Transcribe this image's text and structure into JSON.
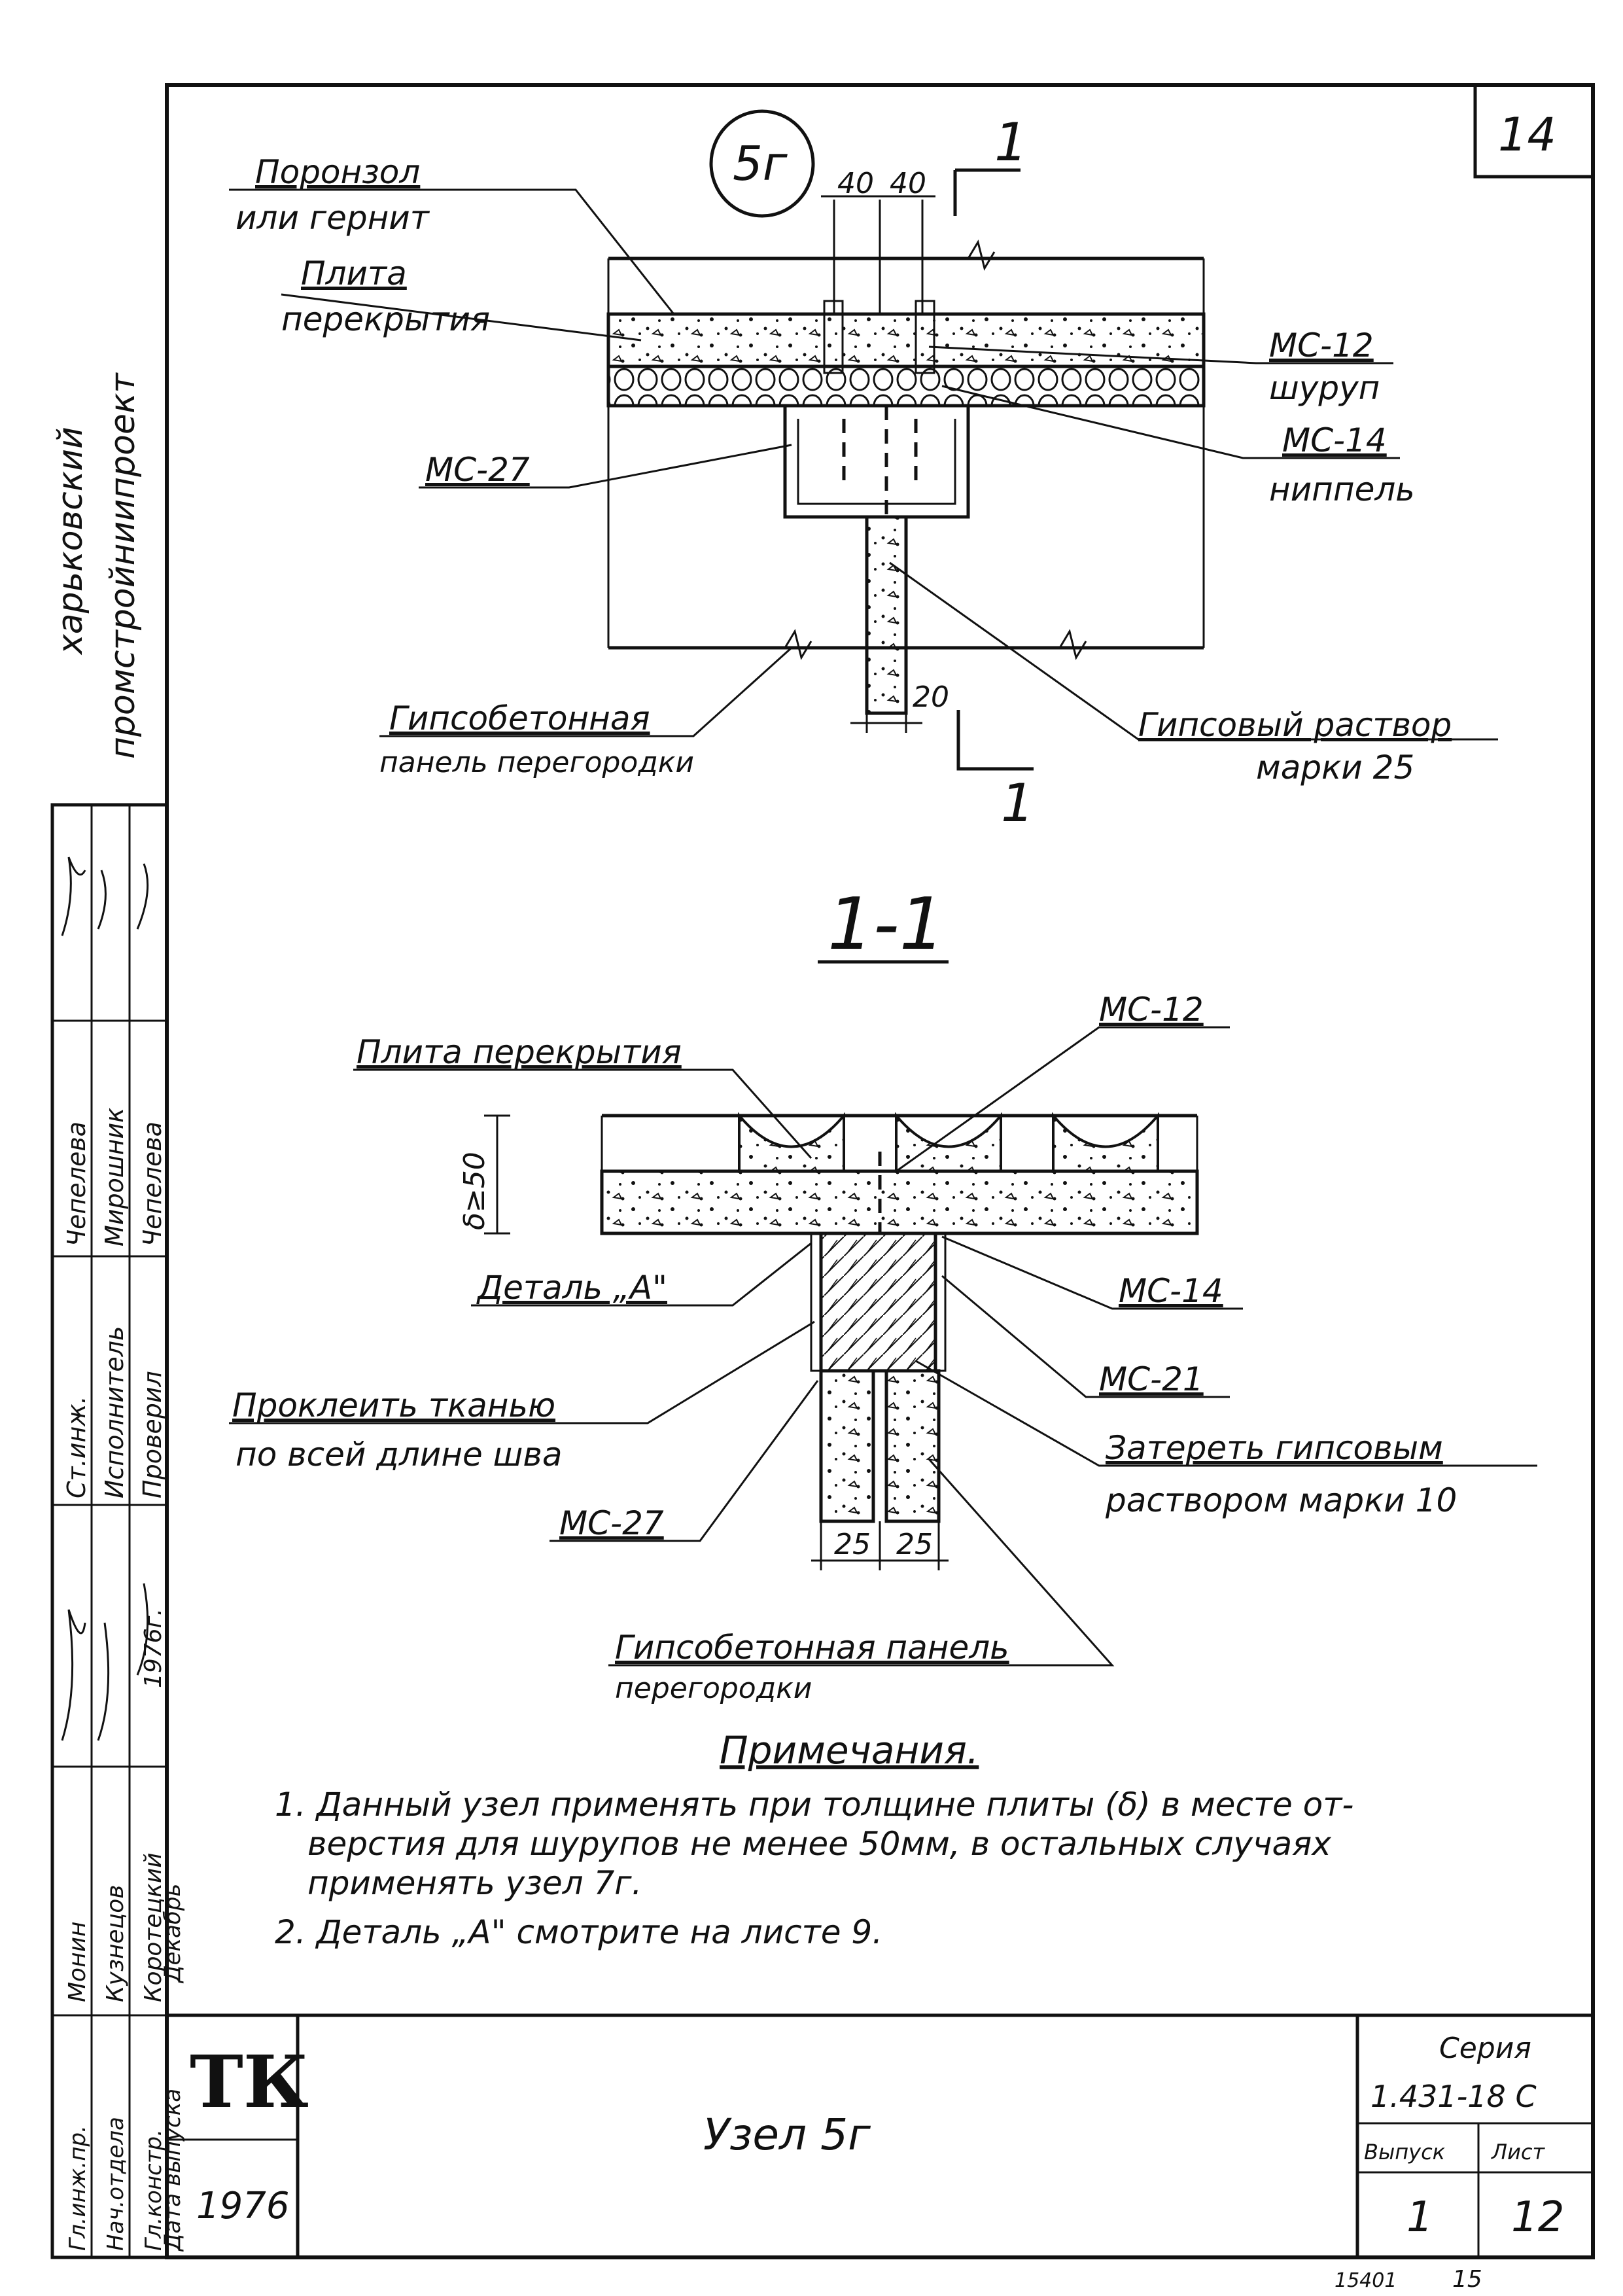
{
  "sheet": {
    "page_number": "14",
    "bottom_codes": [
      "15401",
      "15"
    ]
  },
  "side_org": [
    "харьковский",
    "промстройниипроект"
  ],
  "callout": {
    "node": "5г",
    "dim_left": "40",
    "dim_right": "40",
    "section_mark": "1"
  },
  "top_view": {
    "labels": {
      "poronizol": "Поронзол",
      "poronizol_2": "или гернит",
      "slab": "Плита",
      "slab_2": "перекрытия",
      "mc12": "МС-12",
      "mc12_sub": "шуруп",
      "mc14": "МС-14",
      "mc14_sub": "ниппель",
      "mc27": "МС-27",
      "panel": "Гипсобетонная",
      "panel_2": "панель перегородки",
      "mortar": "Гипсовый раствор",
      "mortar_2": "марки 25",
      "dim_20": "20"
    }
  },
  "section": {
    "title": "1-1",
    "labels": {
      "slab": "Плита перекрытия",
      "mc12": "МС-12",
      "delta": "δ≥50",
      "detail_a": "Деталь „А\"",
      "mc14": "МС-14",
      "mc21": "МС-21",
      "tape": "Проклеить тканью",
      "tape_2": "по всей длине шва",
      "rub": "Затереть гипсовым",
      "rub_2": "раствором марки 10",
      "mc27": "МС-27",
      "dim_a": "25",
      "dim_b": "25",
      "panel": "Гипсобетонная панель",
      "panel_2": "перегородки"
    }
  },
  "notes": {
    "title": "Примечания.",
    "items": [
      "1. Данный узел применять при толщине плиты (δ) в месте от-",
      "верстия для шурупов не менее 50мм, в остальных случаях",
      "применять узел 7г.",
      "2. Деталь „А\" смотрите на листе 9."
    ]
  },
  "stamp_left": {
    "rows": [
      [
        "Гл.инж.пр.",
        "Монин",
        "",
        ""
      ],
      [
        "Нач.отдела",
        "Кузнецов",
        "",
        ""
      ],
      [
        "Гл.констр.",
        "Коротецкий",
        "",
        "1976г."
      ],
      [
        "Дата выпуска",
        "Декабрь",
        "",
        ""
      ]
    ],
    "upper_roles": [
      "Ст.инж.",
      "Исполнитель",
      "Проверил"
    ],
    "upper_names": [
      "Чепелева",
      "Мирошник",
      "Чепелева"
    ]
  },
  "title_block": {
    "org_logo": "ТК",
    "year": "1976",
    "title": "Узел 5г",
    "series_label": "Серия",
    "series_code": "1.431-18 С",
    "issue_label": "Выпуск",
    "sheet_label": "Лист",
    "issue_value": "1",
    "sheet_value": "12"
  }
}
